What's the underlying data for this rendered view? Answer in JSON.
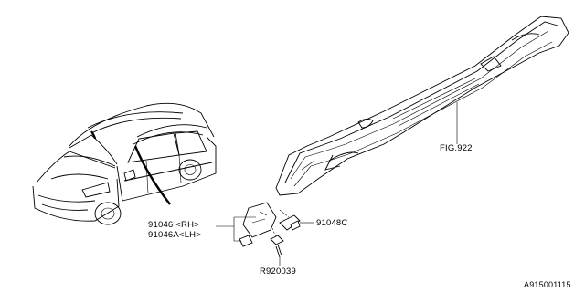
{
  "labels": {
    "part_rh": "91046 <RH>",
    "part_lh": "91046A<LH>",
    "clip": "91048C",
    "bolt": "R920039",
    "fig_ref": "FIG.922",
    "diagram_id": "A915001115"
  }
}
